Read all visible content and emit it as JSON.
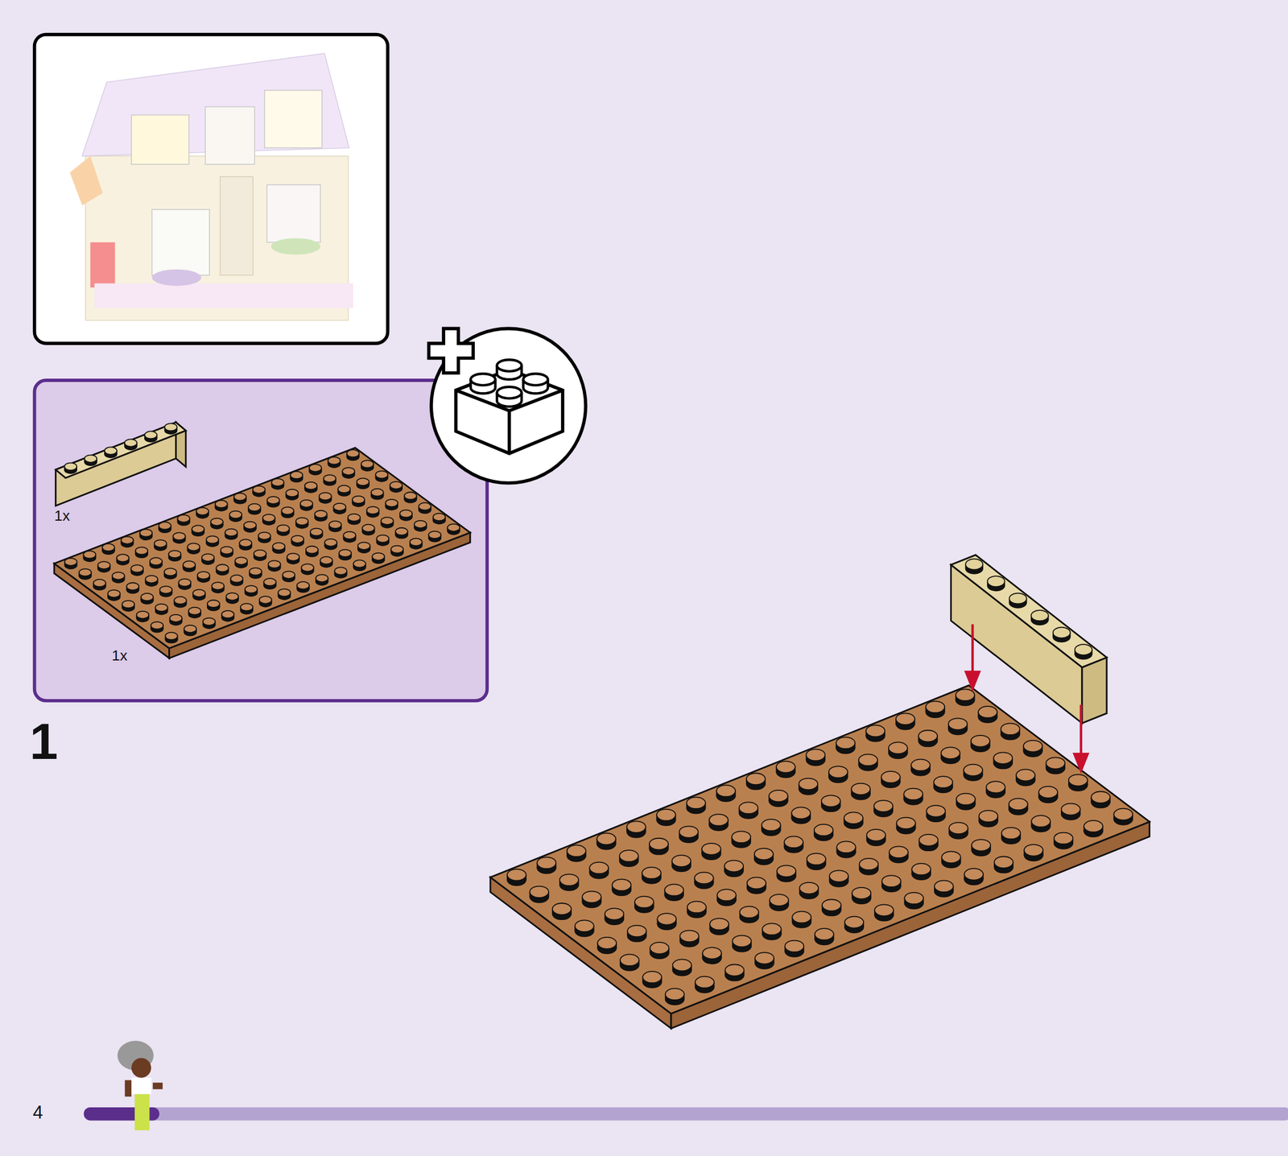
{
  "diagram": {
    "nodes": [
      {
        "text": [
          "1x",
          "1x"
        ]
      }
    ],
    "labels": [
      "1",
      "4"
    ]
  }
}
